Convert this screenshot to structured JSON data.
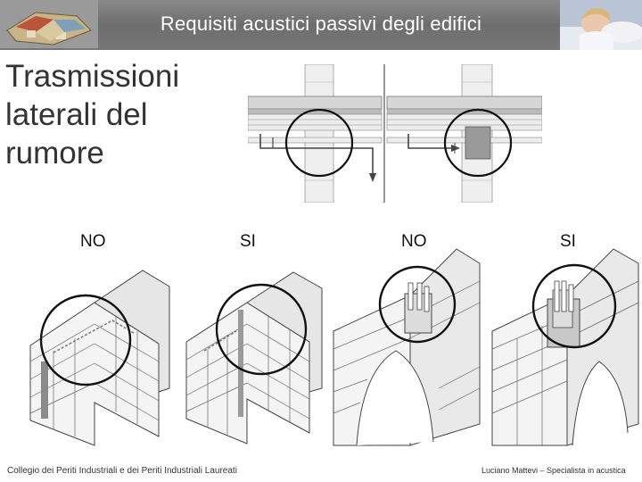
{
  "header": {
    "title_bold": "Requisiti acustici",
    "title_rest": " passivi degli edifici"
  },
  "slide": {
    "title": "Trasmissioni laterali del rumore"
  },
  "labels": [
    "NO",
    "SI",
    "NO",
    "SI"
  ],
  "footer": {
    "left": "Collegio dei Periti Industriali e dei Periti Industriali Laureati",
    "right": "Luciano Mattevi – Specialista in acustica"
  }
}
